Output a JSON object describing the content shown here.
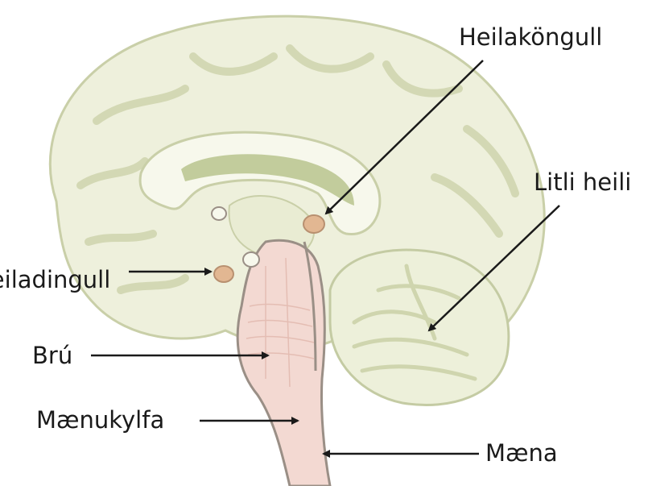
{
  "labels": {
    "pineal": "Heilaköngull",
    "cerebellum": "Litli heili",
    "pituitary": "Heiladingull",
    "pons": "Brú",
    "medulla": "Mænukylfa",
    "spinal_cord": "Mæna"
  },
  "colors": {
    "cortex_fill": "#eef0dc",
    "cortex_line": "#c9cfa8",
    "white_matter": "#f7f8ec",
    "ventricle": "#b9c48e",
    "brainstem": "#f3d9d2",
    "brainstem_line": "#9a8f86",
    "gland": "#e2b792",
    "arrow": "#1a1a1a"
  }
}
